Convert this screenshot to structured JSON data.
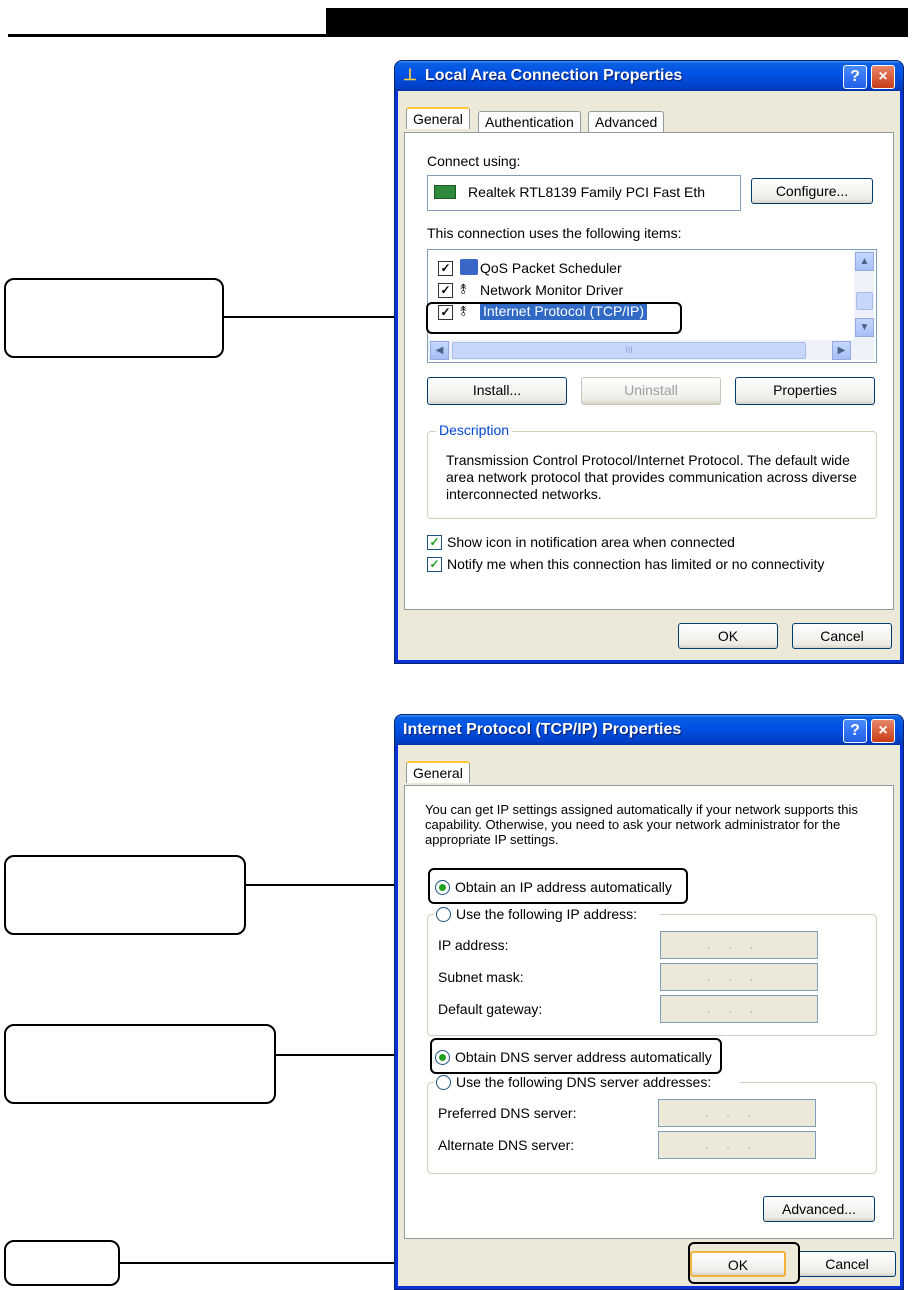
{
  "window1": {
    "title": "Local Area Connection Properties",
    "help": "?",
    "close": "×",
    "tabs": [
      "General",
      "Authentication",
      "Advanced"
    ],
    "connect_using_label": "Connect using:",
    "adapter_name": "Realtek RTL8139 Family PCI Fast Eth",
    "configure_button": "Configure...",
    "items_label": "This connection uses the following items:",
    "items": [
      {
        "label": "QoS Packet Scheduler",
        "checked": true
      },
      {
        "label": "Network Monitor Driver",
        "checked": true
      },
      {
        "label": "Internet Protocol (TCP/IP)",
        "checked": true,
        "selected": true
      }
    ],
    "scroll_thumb": "III",
    "install_button": "Install...",
    "uninstall_button": "Uninstall",
    "properties_button": "Properties",
    "description_legend": "Description",
    "description_text": "Transmission Control Protocol/Internet Protocol. The default wide area network protocol that provides communication across diverse interconnected networks.",
    "show_icon_label": "Show icon in notification area when connected",
    "notify_label": "Notify me when this connection has limited or no connectivity",
    "ok_button": "OK",
    "cancel_button": "Cancel"
  },
  "window2": {
    "title": "Internet Protocol (TCP/IP) Properties",
    "help": "?",
    "close": "×",
    "tab": "General",
    "intro_text": "You can get IP settings assigned automatically if your network supports this capability. Otherwise, you need to ask your network administrator for the appropriate IP settings.",
    "obtain_ip_label": "Obtain an IP address automatically",
    "use_ip_label": "Use the following IP address:",
    "ip_address_label": "IP address:",
    "subnet_mask_label": "Subnet mask:",
    "default_gateway_label": "Default gateway:",
    "ip_placeholder": "...",
    "obtain_dns_label": "Obtain DNS server address automatically",
    "use_dns_label": "Use the following DNS server addresses:",
    "preferred_dns_label": "Preferred DNS server:",
    "alternate_dns_label": "Alternate DNS server:",
    "advanced_button": "Advanced...",
    "ok_button": "OK",
    "cancel_button": "Cancel"
  }
}
